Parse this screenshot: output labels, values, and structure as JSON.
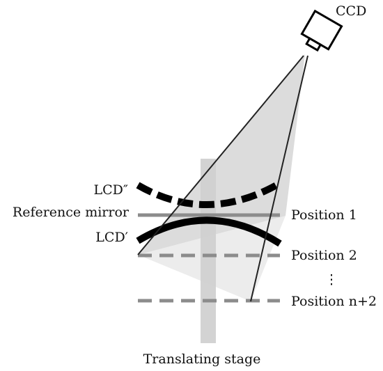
{
  "labels": {
    "ccd": "CCD",
    "lcd_double_prime": "LCD″",
    "reference_mirror": "Reference mirror",
    "lcd_prime": "LCD′",
    "position_1": "Position 1",
    "position_2": "Position 2",
    "ellipsis": "⋮",
    "position_n2": "Position n+2",
    "translating_stage": "Translating stage"
  },
  "colors": {
    "light_cone": "#dcdcdc",
    "lower_wedge": "#ececec",
    "stage": "#cfcfcf",
    "mirror_line": "#8c8c8c",
    "dashed_line": "#8c8c8c",
    "lcd_curve": "#000000",
    "ray": "#222222"
  },
  "icons": {
    "camera": "ccd-camera-icon"
  }
}
